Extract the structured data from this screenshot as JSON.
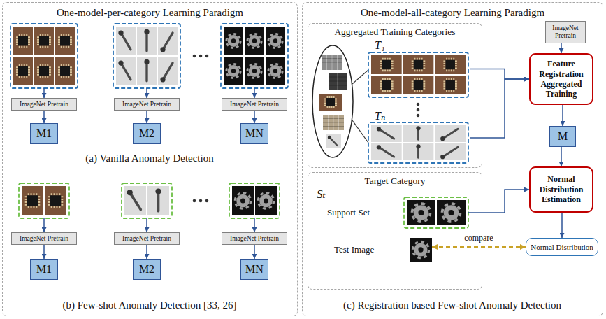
{
  "diagram": {
    "nodes": [
      {
        "text": [
          "One-model-per-category Learning Paradigm"
        ]
      },
      {
        "text": [
          "ImageNet Pretrain"
        ],
        "in": 0
      },
      {
        "text": [
          "M1"
        ],
        "in": 0
      },
      {
        "text": [
          "ImageNet Pretrain"
        ],
        "in": 0
      },
      {
        "text": [
          "M2"
        ],
        "in": 0
      },
      {
        "text": [
          "ImageNet Pretrain"
        ],
        "in": 0
      },
      {
        "text": [
          "MN"
        ],
        "in": 0
      },
      {
        "text": [
          "ImageNet Pretrain"
        ],
        "in": 0
      },
      {
        "text": [
          "M1"
        ],
        "in": 0
      },
      {
        "text": [
          "ImageNet Pretrain"
        ],
        "in": 0
      },
      {
        "text": [
          "M2"
        ],
        "in": 0
      },
      {
        "text": [
          "ImageNet Pretrain"
        ],
        "in": 0
      },
      {
        "text": [
          "MN"
        ],
        "in": 0
      },
      {
        "text": [
          "One-model-all-category Learning Paradigm"
        ]
      },
      {
        "text": [
          "Aggregated Training Categories"
        ],
        "in": 13
      },
      {
        "text": [
          "T₁"
        ],
        "in": 14
      },
      {
        "text": [
          "Tₙ"
        ],
        "in": 14
      },
      {
        "text": [
          "ImageNet Pretrain"
        ],
        "in": 13
      },
      {
        "text": [
          "Feature Registration Aggregated Training"
        ],
        "in": 13
      },
      {
        "text": [
          "M"
        ],
        "in": 13
      },
      {
        "text": [
          "Target Category",
          "Sₜ"
        ],
        "in": 13
      },
      {
        "text": [
          "Support Set"
        ],
        "in": 20
      },
      {
        "text": [
          "Test Image"
        ],
        "in": 20
      },
      {
        "text": [
          "Normal Distribution Estimation"
        ],
        "in": 13
      },
      {
        "text": [
          "Normal Distribution"
        ],
        "in": 13
      }
    ],
    "edges": [
      {
        "from": 1,
        "to": 2,
        "arrow": "to"
      },
      {
        "from": 3,
        "to": 4,
        "arrow": "to"
      },
      {
        "from": 5,
        "to": 6,
        "arrow": "to"
      },
      {
        "from": 7,
        "to": 8,
        "arrow": "to"
      },
      {
        "from": 9,
        "to": 10,
        "arrow": "to"
      },
      {
        "from": 11,
        "to": 12,
        "arrow": "to"
      },
      {
        "from": 17,
        "to": 18,
        "arrow": "to"
      },
      {
        "from": 15,
        "to": 18,
        "arrow": "to"
      },
      {
        "from": 16,
        "to": 18,
        "arrow": "to"
      },
      {
        "from": 18,
        "to": 19,
        "arrow": "to"
      },
      {
        "from": 19,
        "to": 23,
        "arrow": "to"
      },
      {
        "from": 21,
        "to": 23,
        "arrow": "to"
      },
      {
        "from": 23,
        "to": 24,
        "arrow": "to"
      },
      {
        "from": 22,
        "to": 24,
        "label": "compare",
        "arrow": "both"
      }
    ],
    "labels": [
      "(a) Vanilla Anomaly Detection",
      "(b) Few-shot Anomaly Detection [33, 26]",
      "(c) Registration based Few-shot Anomaly Detection"
    ]
  }
}
